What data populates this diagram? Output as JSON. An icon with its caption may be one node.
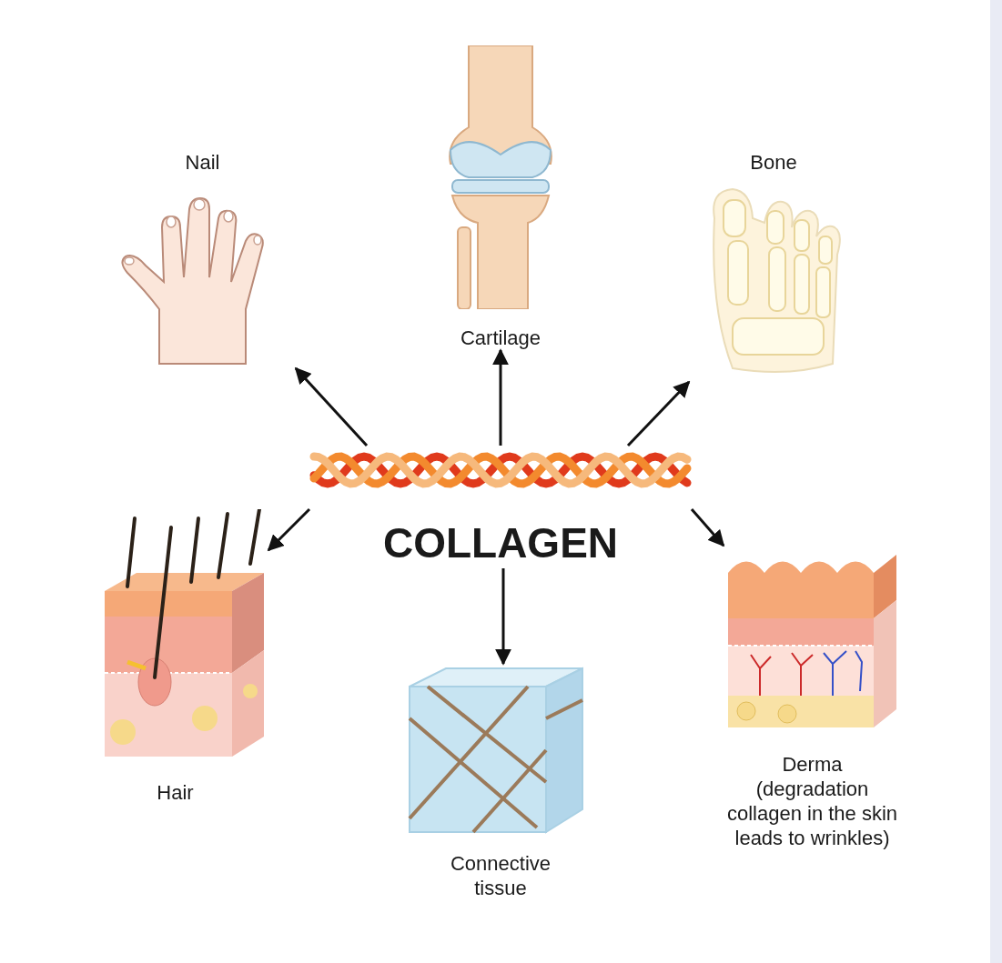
{
  "diagram": {
    "nodes": [
      {
        "text": [
          "Nail"
        ]
      },
      {
        "text": [
          "Cartilage"
        ]
      },
      {
        "text": [
          "Bone"
        ]
      },
      {
        "text": [
          "COLLAGEN"
        ]
      },
      {
        "text": [
          "Hair"
        ]
      },
      {
        "text": [
          "Connective tissue"
        ]
      },
      {
        "text": [
          "Derma (degradation collagen in the skin leads to wrinkles)"
        ]
      }
    ],
    "edges": [
      {
        "from": 3,
        "to": 0,
        "arrow": "to"
      },
      {
        "from": 3,
        "to": 1,
        "arrow": "to"
      },
      {
        "from": 3,
        "to": 2,
        "arrow": "to"
      },
      {
        "from": 3,
        "to": 4,
        "arrow": "to"
      },
      {
        "from": 3,
        "to": 5,
        "arrow": "to"
      },
      {
        "from": 3,
        "to": 6,
        "arrow": "to"
      }
    ]
  }
}
